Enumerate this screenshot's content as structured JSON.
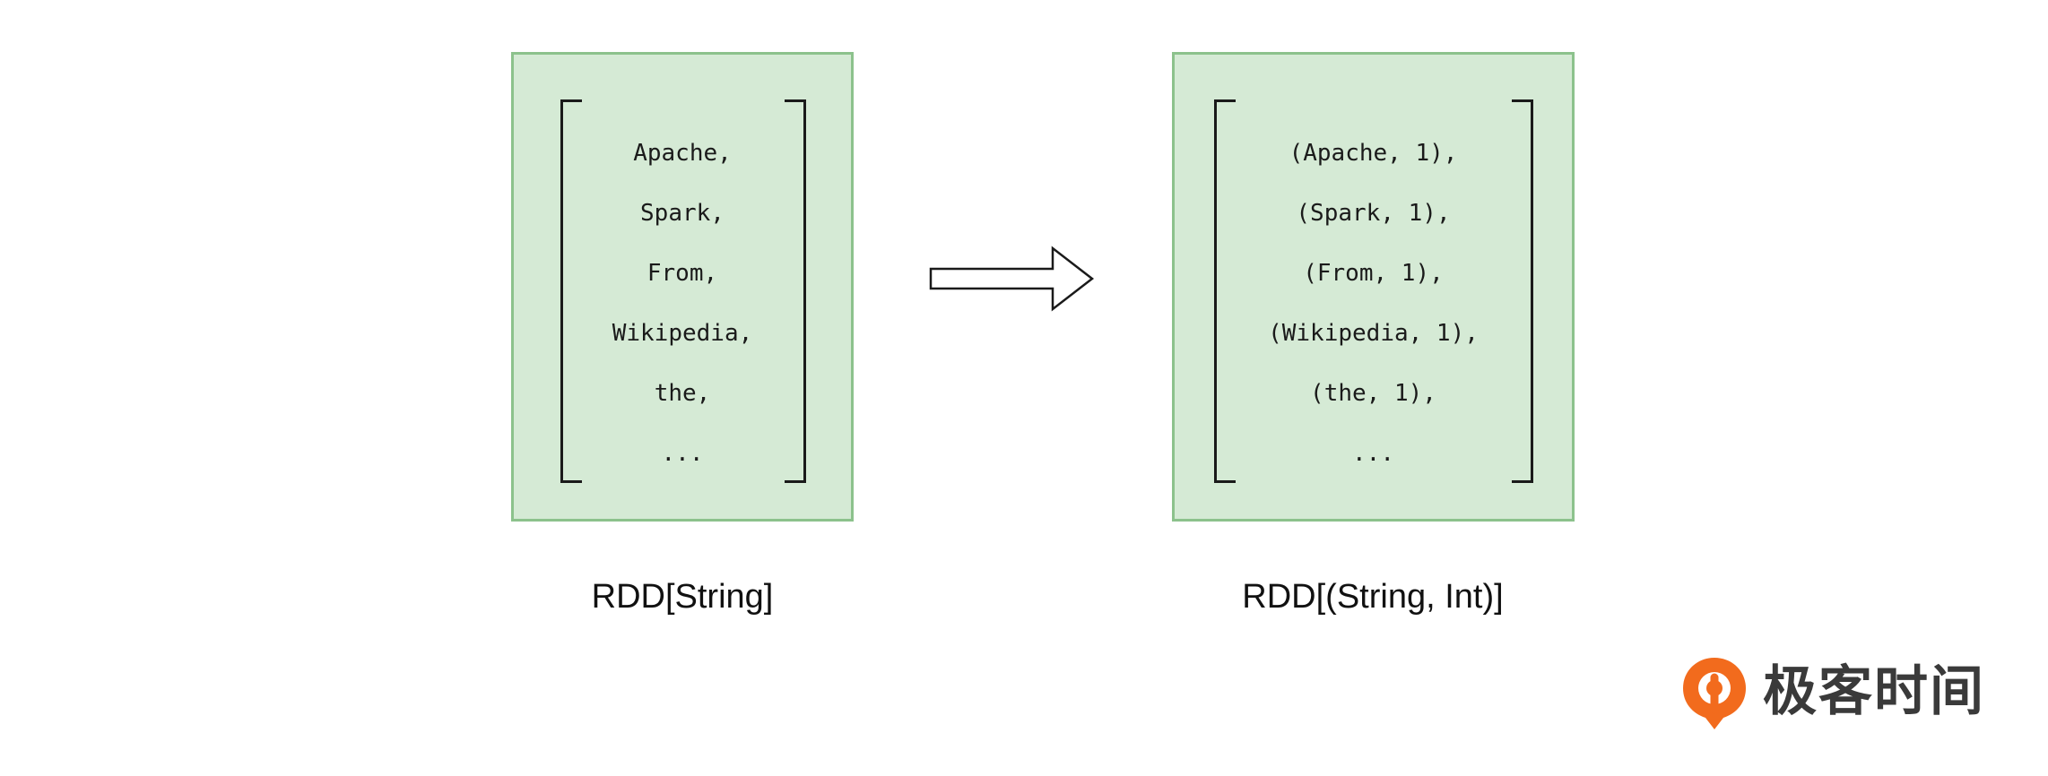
{
  "diagram": {
    "left": {
      "items": [
        "Apache,",
        "Spark,",
        "From,",
        "Wikipedia,",
        "the,",
        "..."
      ],
      "caption": "RDD[String]"
    },
    "right": {
      "items": [
        "(Apache, 1),",
        "(Spark, 1),",
        "(From, 1),",
        "(Wikipedia, 1),",
        "(the, 1),",
        "..."
      ],
      "caption": "RDD[(String, Int)]"
    }
  },
  "logo": {
    "text": "极客时间"
  },
  "colors": {
    "box_fill": "#d5ead5",
    "box_border": "#8cc28c",
    "logo_orange": "#f26b1d",
    "logo_text": "#3a3a3a"
  }
}
